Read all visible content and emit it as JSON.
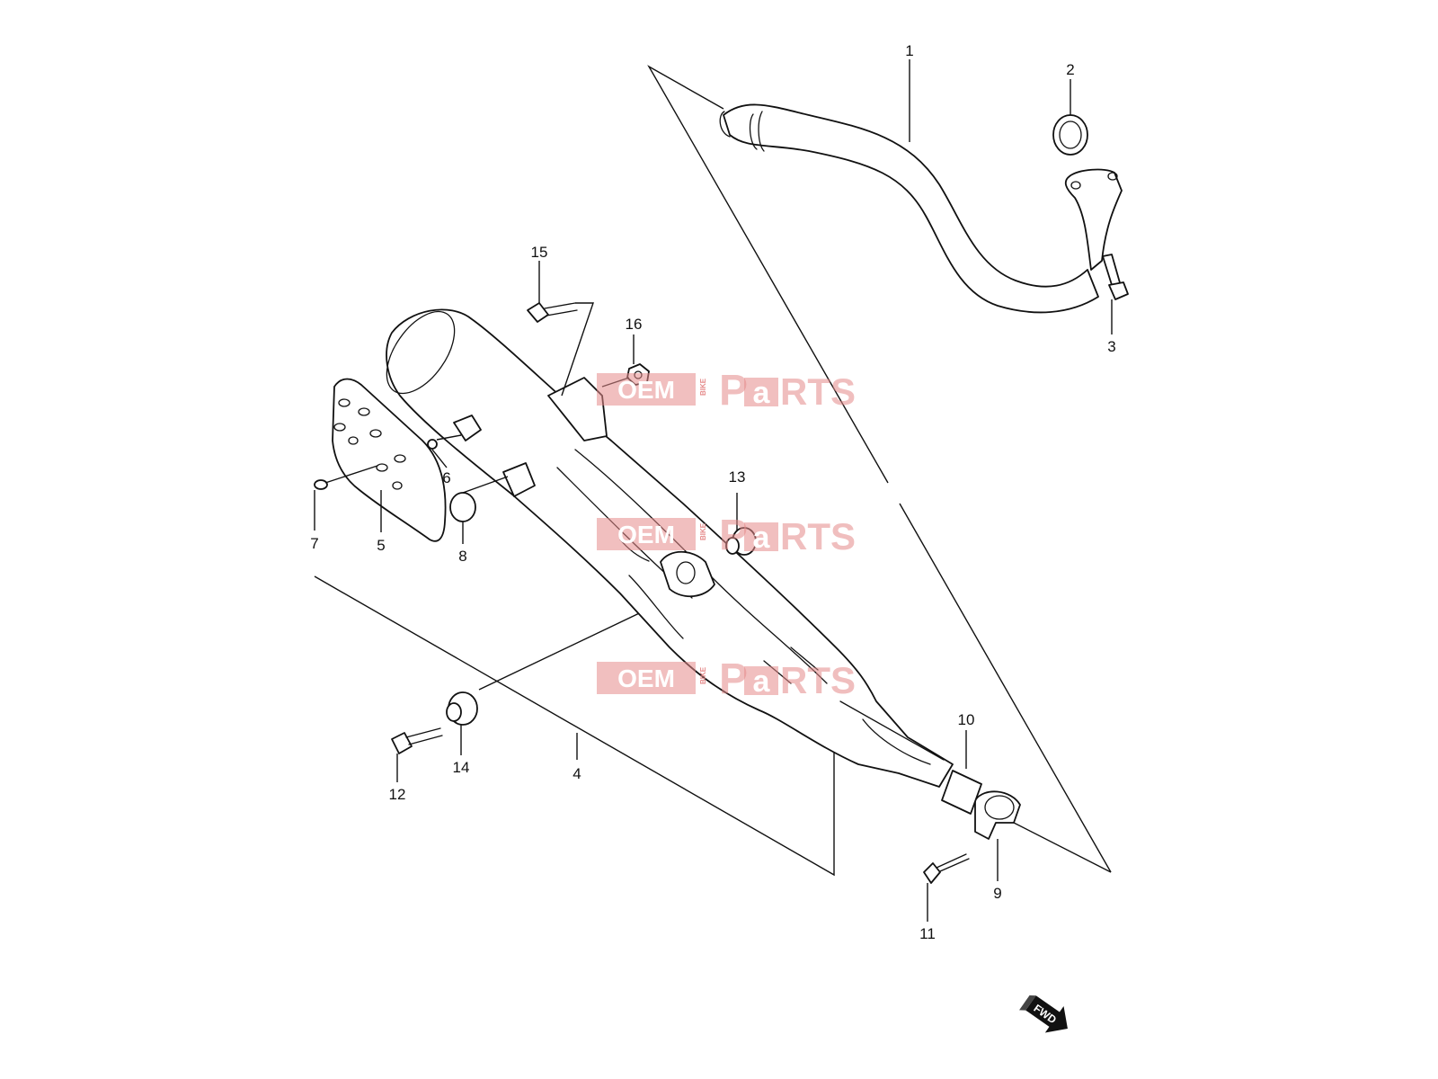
{
  "callouts": {
    "c1": "1",
    "c2": "2",
    "c3": "3",
    "c4": "4",
    "c5": "5",
    "c6": "6",
    "c7": "7",
    "c8": "8",
    "c9": "9",
    "c10": "10",
    "c11": "11",
    "c12": "12",
    "c13": "13",
    "c14": "14",
    "c15": "15",
    "c16": "16"
  },
  "watermark": {
    "oem": "OEM",
    "bike": "BIKE",
    "parts_p": "P",
    "parts_a": "a",
    "parts_rts": "RTS",
    "color": "#e58a8a"
  },
  "fwd_arrow": {
    "label": "FWD"
  }
}
